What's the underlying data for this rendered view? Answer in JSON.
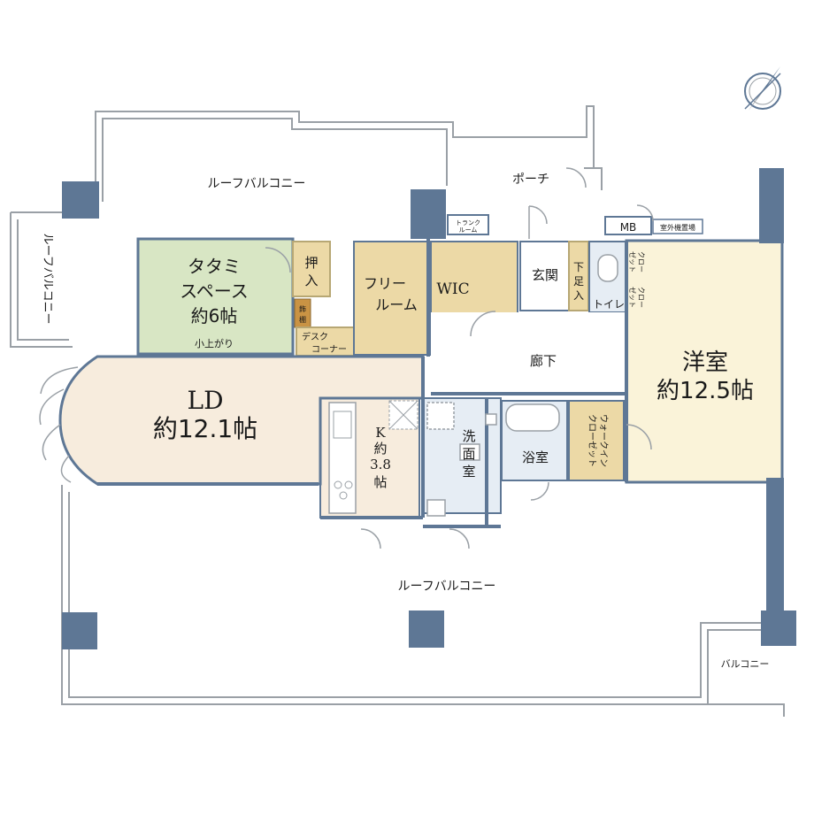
{
  "floorplan": {
    "roof_balcony_top": "ルーフバルコニー",
    "roof_balcony_left": "ルーフバルコニー",
    "roof_balcony_bottom": "ルーフバルコニー",
    "balcony": "バルコニー",
    "porch": "ポーチ",
    "trunk_room_line1": "トランク",
    "trunk_room_line2": "ルーム",
    "mb": "MB",
    "outdoor_unit": "室外機置場",
    "tatami_line1": "タタミ",
    "tatami_line2": "スペース",
    "tatami_line3": "約6帖",
    "tatami_raised": "小上がり",
    "oshiire_line1": "押",
    "oshiire_line2": "入",
    "kazari_line1": "飾",
    "kazari_line2": "棚",
    "desk_line1": "デスク",
    "desk_line2": "コーナー",
    "free_room_line1": "フリー",
    "free_room_line2": "ルーム",
    "wic": "WIC",
    "genkan": "玄関",
    "shoe_line1": "下",
    "shoe_line2": "足",
    "shoe_line3": "入",
    "toilet": "トイレ",
    "closet1_line1": "クロー",
    "closet1_line2": "ゼット",
    "closet2_line1": "クロー",
    "closet2_line2": "ゼット",
    "hallway": "廊下",
    "western_room_line1": "洋室",
    "western_room_line2": "約12.5帖",
    "ld_line1": "LD",
    "ld_line2": "約12.1帖",
    "kitchen_line1": "K",
    "kitchen_line2": "約",
    "kitchen_line3": "3.8",
    "kitchen_line4": "帖",
    "washroom_line1": "洗",
    "washroom_line2": "面",
    "washroom_line3": "室",
    "bathroom": "浴室",
    "walkin_line1": "ウォークイン",
    "walkin_line2": "クローゼット"
  },
  "colors": {
    "wall": "#5e7795",
    "tatami": "#d8e6c4",
    "storage": "#ecd9a6",
    "ld": "#f7ecdd",
    "western": "#faf3d9",
    "wet": "#e6edf4",
    "line": "#9aa0a6"
  }
}
